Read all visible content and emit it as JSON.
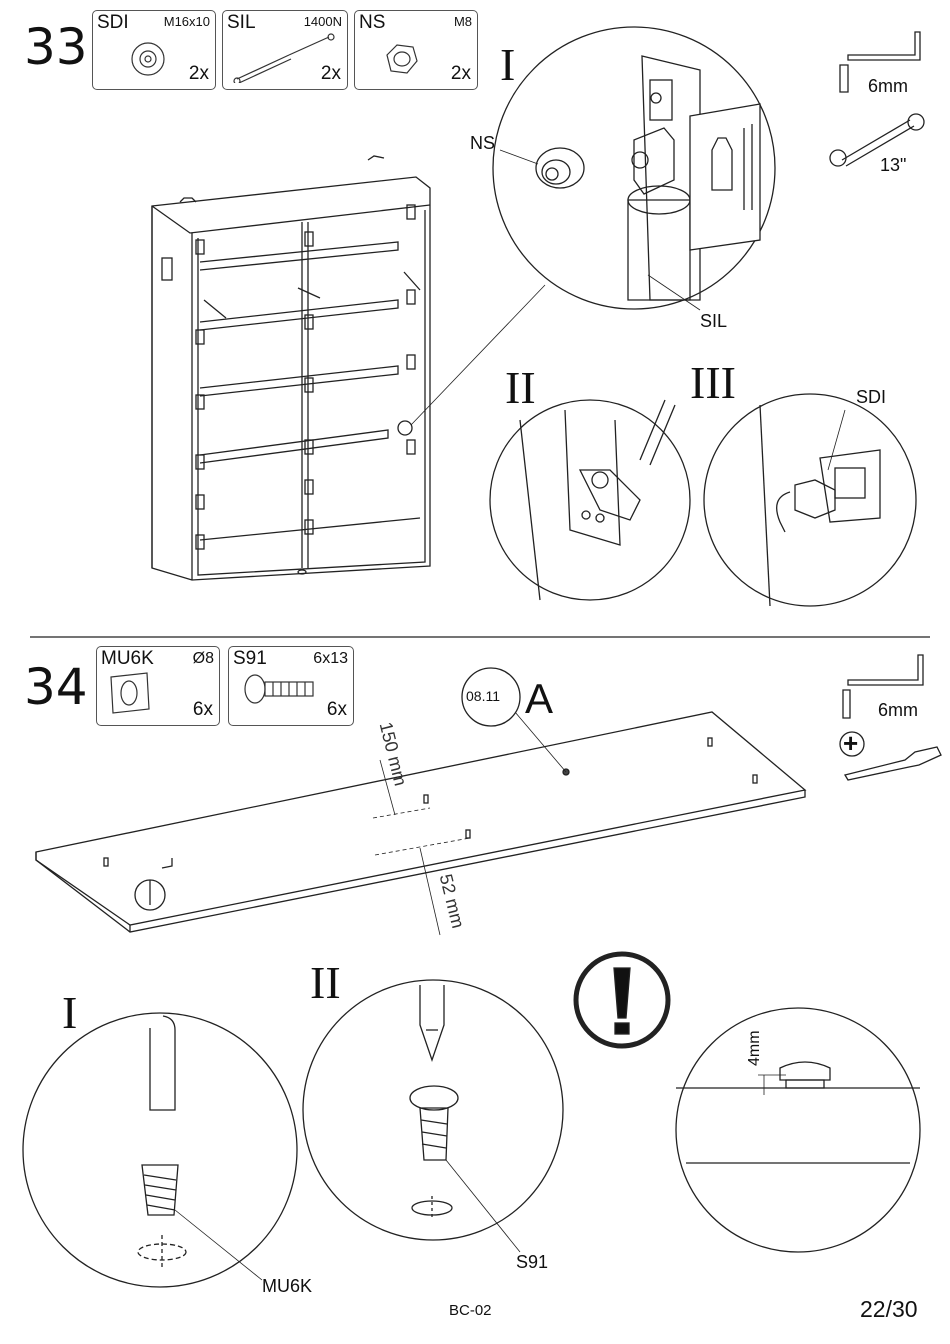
{
  "step33": {
    "number": "33",
    "parts": [
      {
        "code": "SDI",
        "spec": "M16x10",
        "qty": "2x",
        "icon": "threaded-plug-icon"
      },
      {
        "code": "SIL",
        "spec": "1400N",
        "qty": "2x",
        "icon": "gas-spring-icon"
      },
      {
        "code": "NS",
        "spec": "M8",
        "qty": "2x",
        "icon": "nut-icon"
      }
    ],
    "tools": [
      {
        "label": "6mm",
        "icon": "hex-key-icon"
      },
      {
        "label": "13\"",
        "icon": "wrench-icon"
      }
    ],
    "details": {
      "I": {
        "roman": "I",
        "labels": [
          "NS",
          "SIL"
        ]
      },
      "II": {
        "roman": "II"
      },
      "III": {
        "roman": "III",
        "labels": [
          "SDI"
        ]
      }
    }
  },
  "step34": {
    "number": "34",
    "parts": [
      {
        "code": "MU6K",
        "spec": "Ø8",
        "qty": "6x",
        "icon": "threaded-insert-icon"
      },
      {
        "code": "S91",
        "spec": "6x13",
        "qty": "6x",
        "icon": "screw-icon"
      }
    ],
    "tools": [
      {
        "label": "6mm",
        "icon": "hex-key-icon"
      },
      {
        "label": "",
        "icon": "phillips-screwdriver-icon"
      }
    ],
    "board": {
      "ref": "08.11",
      "letter": "A",
      "dim1": "150 mm",
      "dim2": "52 mm"
    },
    "details": {
      "I": {
        "roman": "I",
        "label": "MU6K"
      },
      "II": {
        "roman": "II",
        "label": "S91"
      },
      "warning": {
        "dim": "4mm",
        "icon": "exclamation-warning-icon"
      }
    }
  },
  "footer": {
    "code": "BC-02",
    "page": "22/30"
  }
}
